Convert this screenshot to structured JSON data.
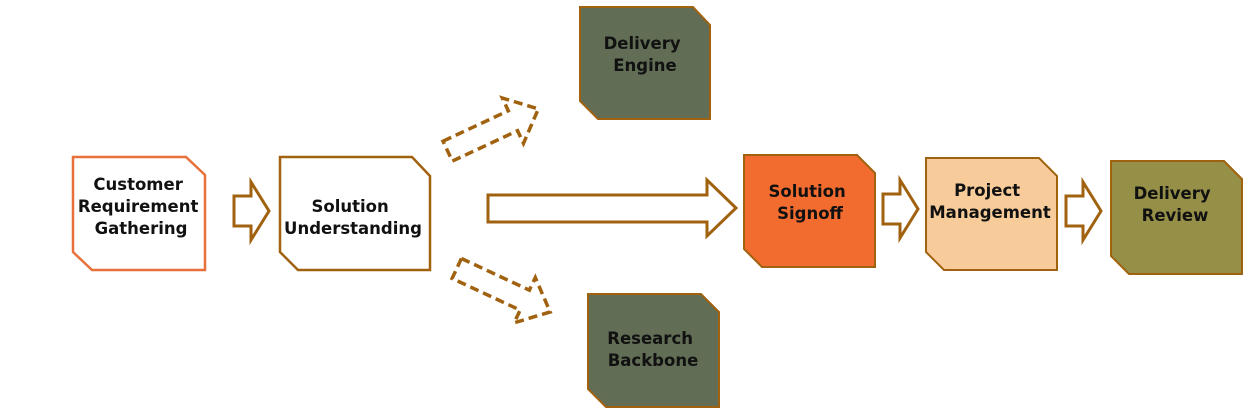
{
  "colors": {
    "arrow_stroke": "#a0620f",
    "box_stroke": "#a0620f",
    "customer_stroke": "#e8703a",
    "customer_fill": "#ffffff",
    "understanding_fill": "#ffffff",
    "dark_fill": "#616d54",
    "signoff_fill": "#f26b2f",
    "project_fill": "#f7cc9a",
    "review_fill": "#958f47",
    "text": "#111111"
  },
  "nodes": {
    "customer": {
      "line1": "Customer",
      "line2": "Requirement",
      "line3": "Gathering"
    },
    "understanding": {
      "line1": "Solution",
      "line2": "Understanding"
    },
    "engine": {
      "line1": "Delivery",
      "line2": "Engine"
    },
    "backbone": {
      "line1": "Research",
      "line2": "Backbone"
    },
    "signoff": {
      "line1": "Solution",
      "line2": "Signoff"
    },
    "project": {
      "line1": "Project",
      "line2": "Management"
    },
    "review": {
      "line1": "Delivery",
      "line2": "Review"
    }
  }
}
